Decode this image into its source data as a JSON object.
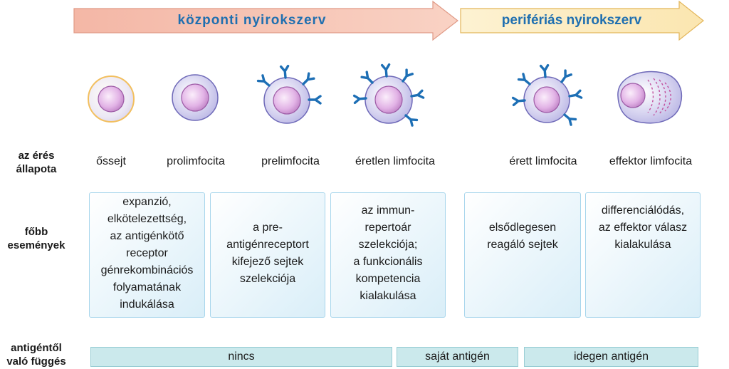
{
  "phases": {
    "central": "központi nyirokszerv",
    "peripheral": "perifériás nyirokszerv"
  },
  "rows": {
    "maturation": [
      "az érés",
      "állapota"
    ],
    "events": [
      "főbb",
      "események"
    ],
    "dependence": [
      "antigéntől",
      "való függés"
    ]
  },
  "stages": [
    "őssejt",
    "prolimfocita",
    "prelimfocita",
    "éretlen limfocita",
    "érett limfocita",
    "effektor limfocita"
  ],
  "events": [
    [
      "expanzió,",
      "elkötelezettség,",
      "az antigénkötő",
      "receptor",
      "génrekombinációs",
      "folyamatának",
      "indukálása"
    ],
    [
      "a pre-",
      "antigénreceptort",
      "kifejező sejtek",
      "szelekciója"
    ],
    [
      "az immun-",
      "repertoár",
      "szelekciója;",
      "a funkcionális",
      "kompetencia",
      "kialakulása"
    ],
    [
      "elsődlegesen",
      "reagáló sejtek"
    ],
    [
      "differenciálódás,",
      "az effektor válasz",
      "kialakulása"
    ]
  ],
  "dependence": [
    "nincs",
    "saját antigén",
    "idegen antigén"
  ],
  "colors": {
    "central_arrow": "#f6c3b4",
    "peripheral_arrow": "#fdf1cf",
    "label_blue": "#1f6fb0",
    "receptor_blue": "#1d6fb5",
    "cell_body": "#c9c7ea",
    "nucleus": "#d9a8df",
    "stem_ring": "#f3c66f"
  }
}
